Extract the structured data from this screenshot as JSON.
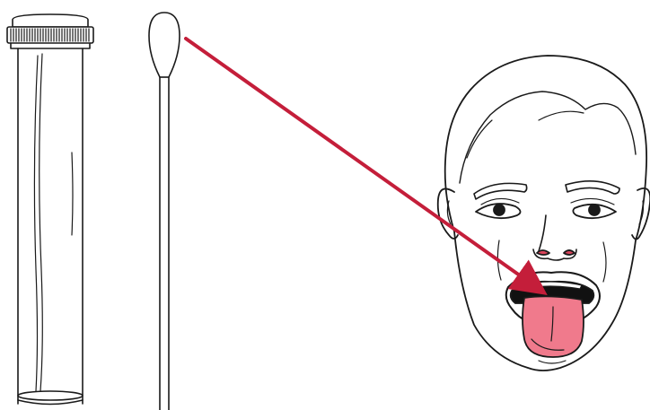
{
  "figure": {
    "items": [
      {
        "id": "tube",
        "icon": "sample-tube-with-cap-icon"
      },
      {
        "id": "swab",
        "icon": "cotton-swab-icon"
      },
      {
        "id": "face",
        "icon": "face-with-open-mouth-icon"
      },
      {
        "id": "arrow",
        "icon": "arrow-pointing-to-tongue-icon"
      }
    ],
    "colors": {
      "line": "#1a1a1a",
      "arrow": "#c41e3a",
      "tongue": "#f07a8c",
      "mouth": "#111111",
      "nostril": "#d9435a",
      "background": "#ffffff"
    }
  }
}
